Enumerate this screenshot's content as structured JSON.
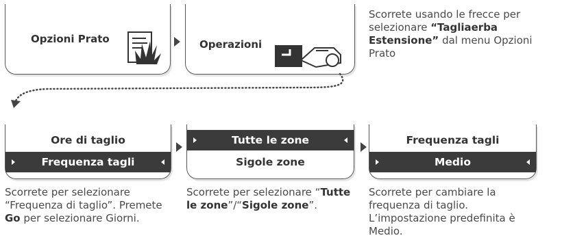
{
  "top": {
    "panel1_title": "Opzioni Prato",
    "panel2_title": "Operazioni",
    "desc_part1": "Scorrete usando le frecce per selezionare ",
    "desc_bold": "“Tagliaerba Estensione”",
    "desc_part2": " dal menu Opzioni Prato"
  },
  "bottom": {
    "panel1": {
      "row1": "Ore di taglio",
      "row2": "Frequenza tagli"
    },
    "panel2": {
      "row1": "Tutte le zone",
      "row2": "Sigole zone"
    },
    "panel3": {
      "row1": "Frequenza tagli",
      "row2": "Medio"
    },
    "desc1_part1": "Scorrete per selezionare “Frequenza di taglio”. Premete ",
    "desc1_bold": "Go",
    "desc1_part2": " per selezionare Giorni.",
    "desc2_part1": "Scorrete per selezionare “",
    "desc2_bold1": "Tutte le zone",
    "desc2_part2": "”/“",
    "desc2_bold2": "Sigole zone",
    "desc2_part3": "”.",
    "desc3": "Scorrete per cambiare la frequenza di taglio. L’impostazione predefinita è Medio."
  },
  "colors": {
    "dark_row": "#3b3b3b",
    "border": "#555555",
    "text": "#4a4a4a"
  }
}
